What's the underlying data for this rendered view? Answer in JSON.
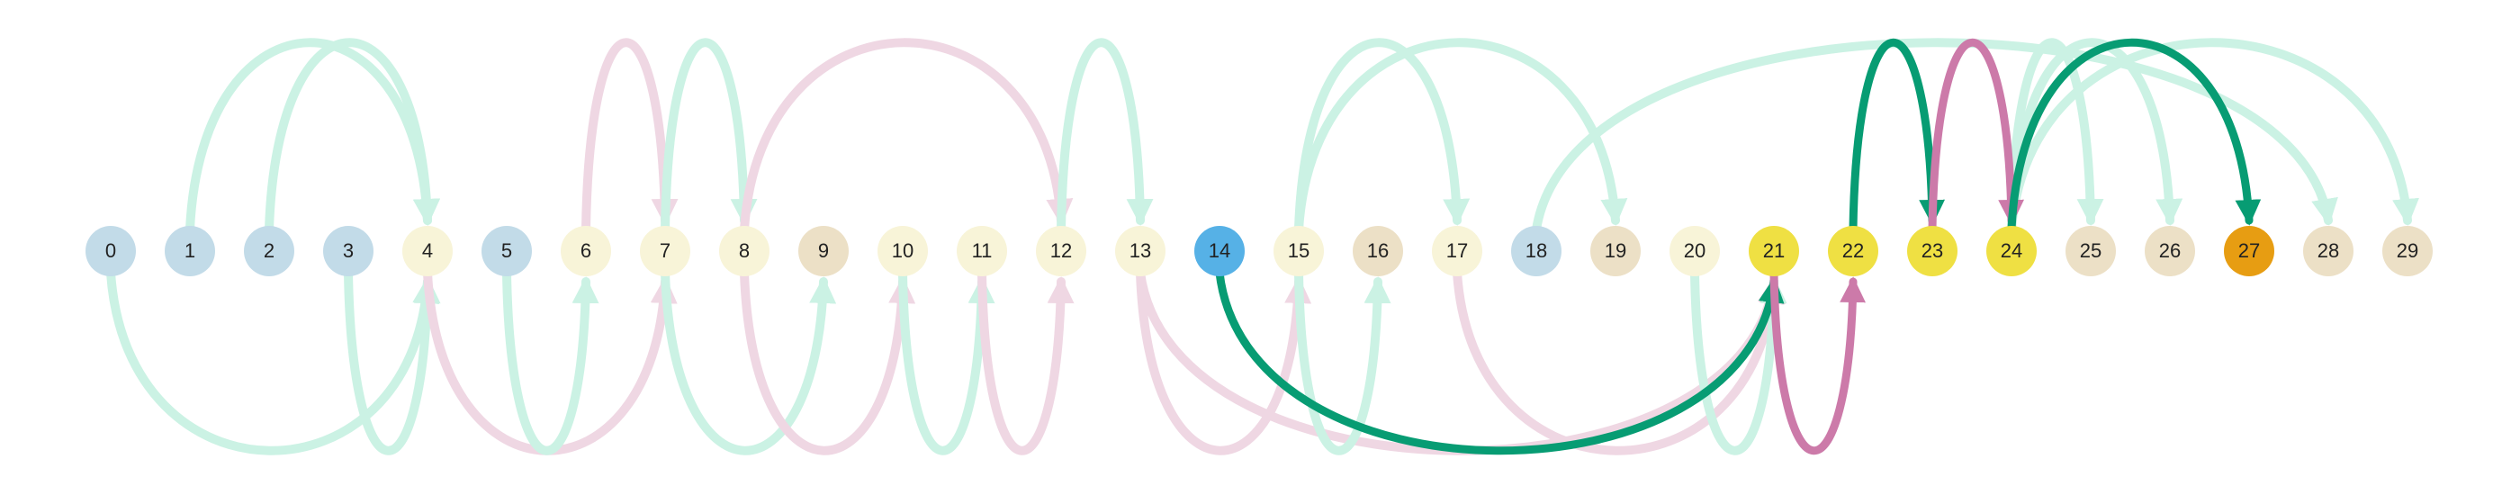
{
  "colors": {
    "node_blue": "#c2dbe8",
    "node_cream": "#f8f4d8",
    "node_tan": "#ece0c6",
    "node_yellow": "#efe043",
    "node_active": "#56b1e6",
    "node_target": "#e79d12",
    "edge_mint": "#cbf2e4",
    "edge_pink": "#efd7e3",
    "edge_green": "#079c73",
    "edge_magenta": "#cc7aa9"
  },
  "nodes": [
    {
      "id": 0,
      "label": "0",
      "color": "node_blue"
    },
    {
      "id": 1,
      "label": "1",
      "color": "node_blue"
    },
    {
      "id": 2,
      "label": "2",
      "color": "node_blue"
    },
    {
      "id": 3,
      "label": "3",
      "color": "node_blue"
    },
    {
      "id": 4,
      "label": "4",
      "color": "node_cream"
    },
    {
      "id": 5,
      "label": "5",
      "color": "node_blue"
    },
    {
      "id": 6,
      "label": "6",
      "color": "node_cream"
    },
    {
      "id": 7,
      "label": "7",
      "color": "node_cream"
    },
    {
      "id": 8,
      "label": "8",
      "color": "node_cream"
    },
    {
      "id": 9,
      "label": "9",
      "color": "node_tan"
    },
    {
      "id": 10,
      "label": "10",
      "color": "node_cream"
    },
    {
      "id": 11,
      "label": "11",
      "color": "node_cream"
    },
    {
      "id": 12,
      "label": "12",
      "color": "node_cream"
    },
    {
      "id": 13,
      "label": "13",
      "color": "node_cream"
    },
    {
      "id": 14,
      "label": "14",
      "color": "node_active"
    },
    {
      "id": 15,
      "label": "15",
      "color": "node_cream"
    },
    {
      "id": 16,
      "label": "16",
      "color": "node_tan"
    },
    {
      "id": 17,
      "label": "17",
      "color": "node_cream"
    },
    {
      "id": 18,
      "label": "18",
      "color": "node_blue"
    },
    {
      "id": 19,
      "label": "19",
      "color": "node_tan"
    },
    {
      "id": 20,
      "label": "20",
      "color": "node_cream"
    },
    {
      "id": 21,
      "label": "21",
      "color": "node_yellow"
    },
    {
      "id": 22,
      "label": "22",
      "color": "node_yellow"
    },
    {
      "id": 23,
      "label": "23",
      "color": "node_yellow"
    },
    {
      "id": 24,
      "label": "24",
      "color": "node_yellow"
    },
    {
      "id": 25,
      "label": "25",
      "color": "node_tan"
    },
    {
      "id": 26,
      "label": "26",
      "color": "node_tan"
    },
    {
      "id": 27,
      "label": "27",
      "color": "node_target"
    },
    {
      "id": 28,
      "label": "28",
      "color": "node_tan"
    },
    {
      "id": 29,
      "label": "29",
      "color": "node_tan"
    }
  ],
  "edges": [
    {
      "from": 1,
      "to": 4,
      "color": "edge_mint",
      "side": "above"
    },
    {
      "from": 2,
      "to": 4,
      "color": "edge_mint",
      "side": "above"
    },
    {
      "from": 6,
      "to": 7,
      "color": "edge_pink",
      "side": "above"
    },
    {
      "from": 7,
      "to": 8,
      "color": "edge_mint",
      "side": "above"
    },
    {
      "from": 8,
      "to": 12,
      "color": "edge_pink",
      "side": "above"
    },
    {
      "from": 12,
      "to": 13,
      "color": "edge_mint",
      "side": "above"
    },
    {
      "from": 15,
      "to": 17,
      "color": "edge_mint",
      "side": "above"
    },
    {
      "from": 15,
      "to": 19,
      "color": "edge_mint",
      "side": "above"
    },
    {
      "from": 18,
      "to": 28,
      "color": "edge_mint",
      "side": "above"
    },
    {
      "from": 24,
      "to": 29,
      "color": "edge_mint",
      "side": "above"
    },
    {
      "from": 24,
      "to": 25,
      "color": "edge_mint",
      "side": "above"
    },
    {
      "from": 24,
      "to": 26,
      "color": "edge_mint",
      "side": "above"
    },
    {
      "from": 0,
      "to": 4,
      "color": "edge_mint",
      "side": "below"
    },
    {
      "from": 3,
      "to": 4,
      "color": "edge_mint",
      "side": "below"
    },
    {
      "from": 4,
      "to": 7,
      "color": "edge_pink",
      "side": "below"
    },
    {
      "from": 5,
      "to": 6,
      "color": "edge_mint",
      "side": "below"
    },
    {
      "from": 7,
      "to": 9,
      "color": "edge_mint",
      "side": "below"
    },
    {
      "from": 8,
      "to": 10,
      "color": "edge_pink",
      "side": "below"
    },
    {
      "from": 10,
      "to": 11,
      "color": "edge_mint",
      "side": "below"
    },
    {
      "from": 11,
      "to": 12,
      "color": "edge_pink",
      "side": "below"
    },
    {
      "from": 13,
      "to": 15,
      "color": "edge_pink",
      "side": "below"
    },
    {
      "from": 13,
      "to": 21,
      "color": "edge_pink",
      "side": "below"
    },
    {
      "from": 15,
      "to": 16,
      "color": "edge_mint",
      "side": "below"
    },
    {
      "from": 17,
      "to": 21,
      "color": "edge_pink",
      "side": "below"
    },
    {
      "from": 20,
      "to": 21,
      "color": "edge_mint",
      "side": "below"
    },
    {
      "from": 22,
      "to": 23,
      "color": "edge_green",
      "side": "above",
      "highlight": true
    },
    {
      "from": 23,
      "to": 24,
      "color": "edge_magenta",
      "side": "above",
      "highlight": true
    },
    {
      "from": 24,
      "to": 27,
      "color": "edge_green",
      "side": "above",
      "highlight": true
    },
    {
      "from": 14,
      "to": 21,
      "color": "edge_green",
      "side": "below",
      "highlight": true
    },
    {
      "from": 21,
      "to": 22,
      "color": "edge_magenta",
      "side": "below",
      "highlight": true
    }
  ]
}
